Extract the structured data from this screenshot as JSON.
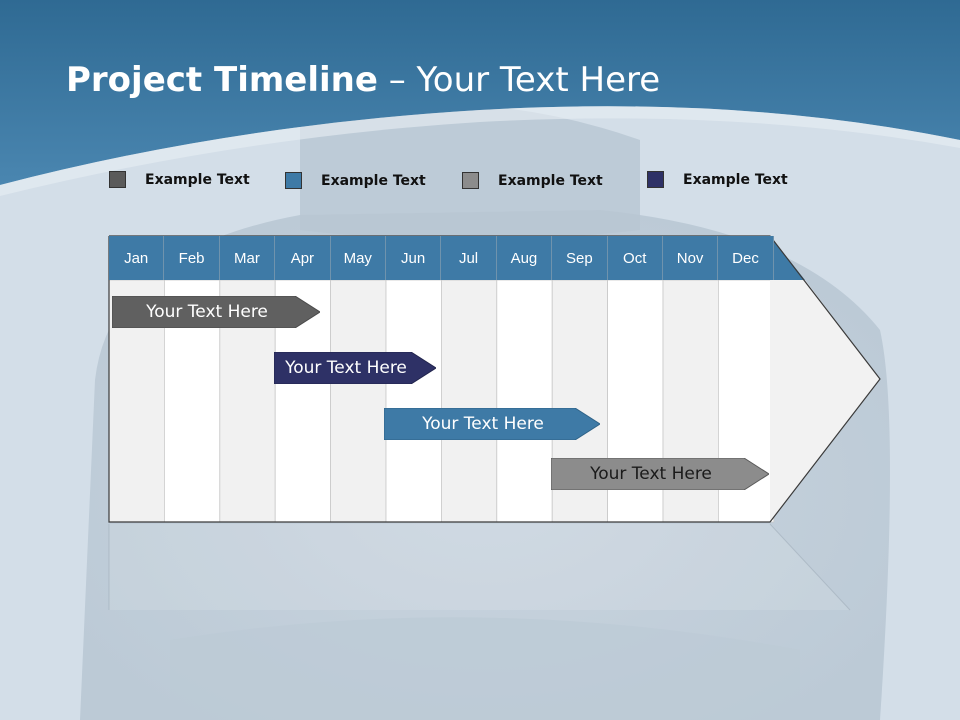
{
  "slide": {
    "title_bold": "Project Timeline",
    "title_rest": " – Your Text Here"
  },
  "legend": [
    {
      "label": "Example Text",
      "color": "#5a5a5a"
    },
    {
      "label": "Example Text",
      "color": "#3e7aa6"
    },
    {
      "label": "Example Text",
      "color": "#8c8c8c"
    },
    {
      "label": "Example Text",
      "color": "#2e3166"
    }
  ],
  "months": [
    "Jan",
    "Feb",
    "Mar",
    "Apr",
    "May",
    "Jun",
    "Jul",
    "Aug",
    "Sep",
    "Oct",
    "Nov",
    "Dec"
  ],
  "bars": [
    {
      "label": "Your  Text Here",
      "color": "#606060"
    },
    {
      "label": "Your  Text Here",
      "color": "#2e3166"
    },
    {
      "label": "Your  Text Here",
      "color": "#3e7aa6"
    },
    {
      "label": "Your  Text Here",
      "color": "#8c8c8c"
    }
  ],
  "colors": {
    "header_blue": "#3e7aa6",
    "title_text": "#ffffff"
  }
}
